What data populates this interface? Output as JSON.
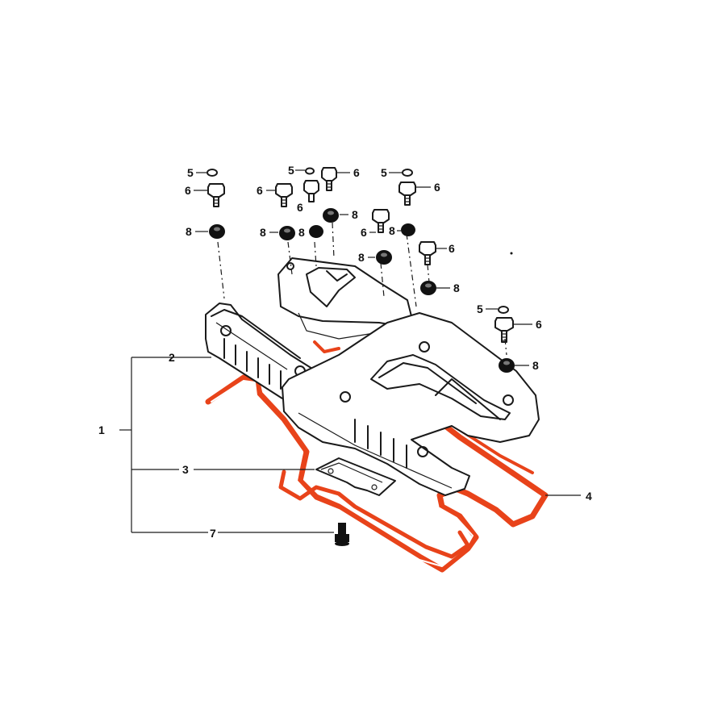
{
  "colors": {
    "ink": "#1a1a1a",
    "gasket": "#e8431a",
    "background": "#ffffff"
  },
  "callouts": {
    "assembly": "1",
    "cover": "2",
    "gasket_inner": "3",
    "gasket_outer": "4",
    "washer": "5",
    "bolt": "6",
    "bolt_small": "7",
    "grommet": "8"
  }
}
